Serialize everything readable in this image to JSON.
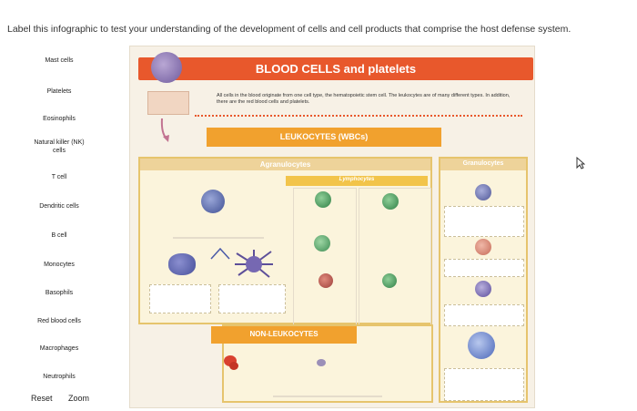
{
  "instructions": "Label this infographic to test your understanding of the development of cells and cell products that comprise the host defense system.",
  "labels": [
    {
      "text": "Mast cells"
    },
    {
      "text": "Platelets"
    },
    {
      "text": "Eosinophils"
    },
    {
      "text": "Natural killer (NK) cells"
    },
    {
      "text": "T cell"
    },
    {
      "text": "Dendritic cells"
    },
    {
      "text": "B cell"
    },
    {
      "text": "Monocytes"
    },
    {
      "text": "Basophils"
    },
    {
      "text": "Red blood cells"
    },
    {
      "text": "Macrophages"
    },
    {
      "text": "Neutrophils"
    }
  ],
  "controls": {
    "reset": "Reset",
    "zoom": "Zoom"
  },
  "infographic": {
    "title": "BLOOD CELLS and platelets",
    "intro": "All cells in the blood originate from one cell type, the hematopoietic stem cell. The leukocytes are of many different types. In addition, there are the red blood cells and platelets.",
    "leukocytes": "LEUKOCYTES (WBCs)",
    "agranulocytes": "Agranulocytes",
    "lymphocytes": "Lymphocytes",
    "granulocytes": "Granulocytes",
    "non_leukocytes": "NON-LEUKOCYTES"
  },
  "colors": {
    "accent_orange": "#e8582c",
    "bar_gold": "#f1a12e",
    "panel_bg": "#f7f1e6"
  }
}
